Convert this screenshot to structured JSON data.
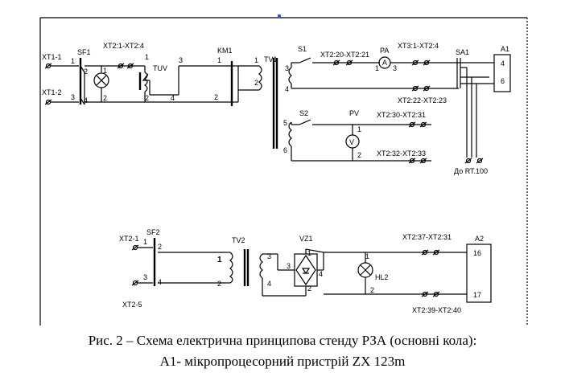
{
  "caption": {
    "line1": "Рис.  2 – Схема електрична принципова стенду  РЗА (основні кола):",
    "line2": "А1- мікропроцесорний пристрій ZX 123m"
  },
  "labels": {
    "xt1_1": "XT1-1",
    "xt1_2": "XT1-2",
    "sf1": "SF1",
    "xt2_1_4": "XT2:1-XT2:4",
    "tuv": "TUV",
    "km1": "KM1",
    "tv1": "TV1",
    "s1": "S1",
    "xt2_20_21": "XT2:20-XT2:21",
    "pa": "PA",
    "xt3_1_4": "XT3:1-XT2:4",
    "sa1": "SA1",
    "a1": "A1",
    "xt2_22_23": "XT2:22-XT2:23",
    "s2": "S2",
    "pv": "PV",
    "xt2_30_31": "XT2:30-XT2:31",
    "xt2_32_33": "XT2:32-XT2:33",
    "do_rt100": "До RT.100",
    "xt2_1": "XT2-1",
    "sf2": "SF2",
    "xt2_5": "XT2-5",
    "tv2": "TV2",
    "vz1": "VZ1",
    "hl2": "HL2",
    "xt2_37_31": "XT2:37-XT2:31",
    "a2": "A2",
    "xt2_39_40": "XT2:39-XT2:40",
    "a1_p4": "4",
    "a1_p6": "6",
    "a2_p16": "16",
    "a2_p17": "17"
  },
  "meter_symbols": {
    "pa": "A",
    "pv": "V"
  }
}
